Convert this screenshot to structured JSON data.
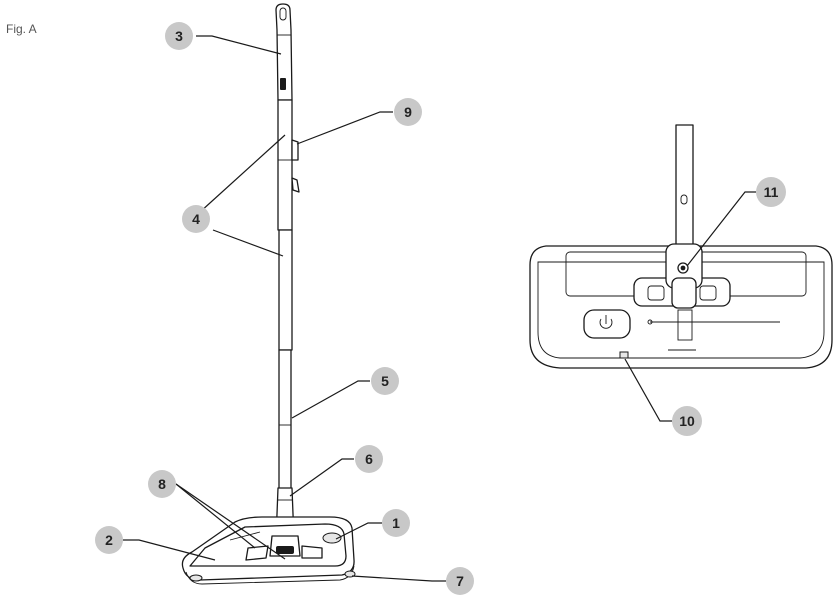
{
  "figure": {
    "label": "Fig. A"
  },
  "callouts": {
    "c1": "1",
    "c2": "2",
    "c3": "3",
    "c4": "4",
    "c5": "5",
    "c6": "6",
    "c7": "7",
    "c8": "8",
    "c9": "9",
    "c10": "10",
    "c11": "11"
  },
  "icons": {
    "power": "power-icon"
  }
}
